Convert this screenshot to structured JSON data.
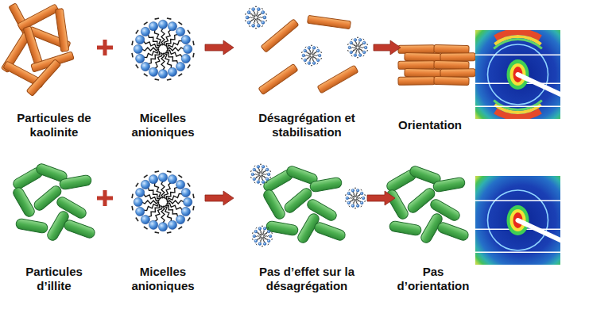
{
  "diagram": {
    "labels": [
      "Particules de kaolinite",
      "Micelles anioniques",
      "Désagrégation et stabilisation",
      "Orientation",
      "Particules d’illite",
      "Micelles anioniques",
      "Pas d’effet sur la désagrégation",
      "Pas d’orientation"
    ]
  }
}
